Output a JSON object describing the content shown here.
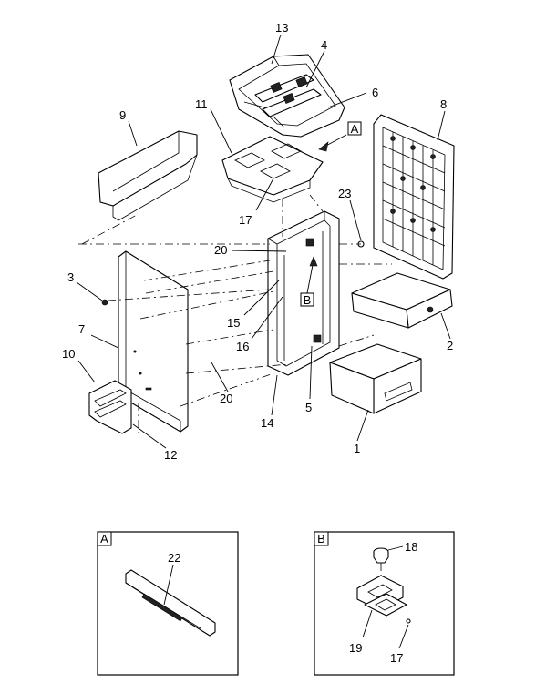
{
  "callouts": [
    "13",
    "4",
    "6",
    "9",
    "11",
    "8",
    "17",
    "23",
    "20",
    "3",
    "7",
    "10",
    "15",
    "16",
    "14",
    "5",
    "2",
    "1",
    "20",
    "12",
    "22",
    "18",
    "19",
    "17"
  ],
  "view_labels": {
    "a": "A",
    "b": "B"
  },
  "detail_views": [
    {
      "id": "A",
      "label": "A",
      "callouts": [
        "22"
      ]
    },
    {
      "id": "B",
      "label": "B",
      "callouts": [
        "18",
        "19",
        "17"
      ]
    }
  ],
  "detail_markers": {
    "a": "A",
    "b": "B"
  }
}
